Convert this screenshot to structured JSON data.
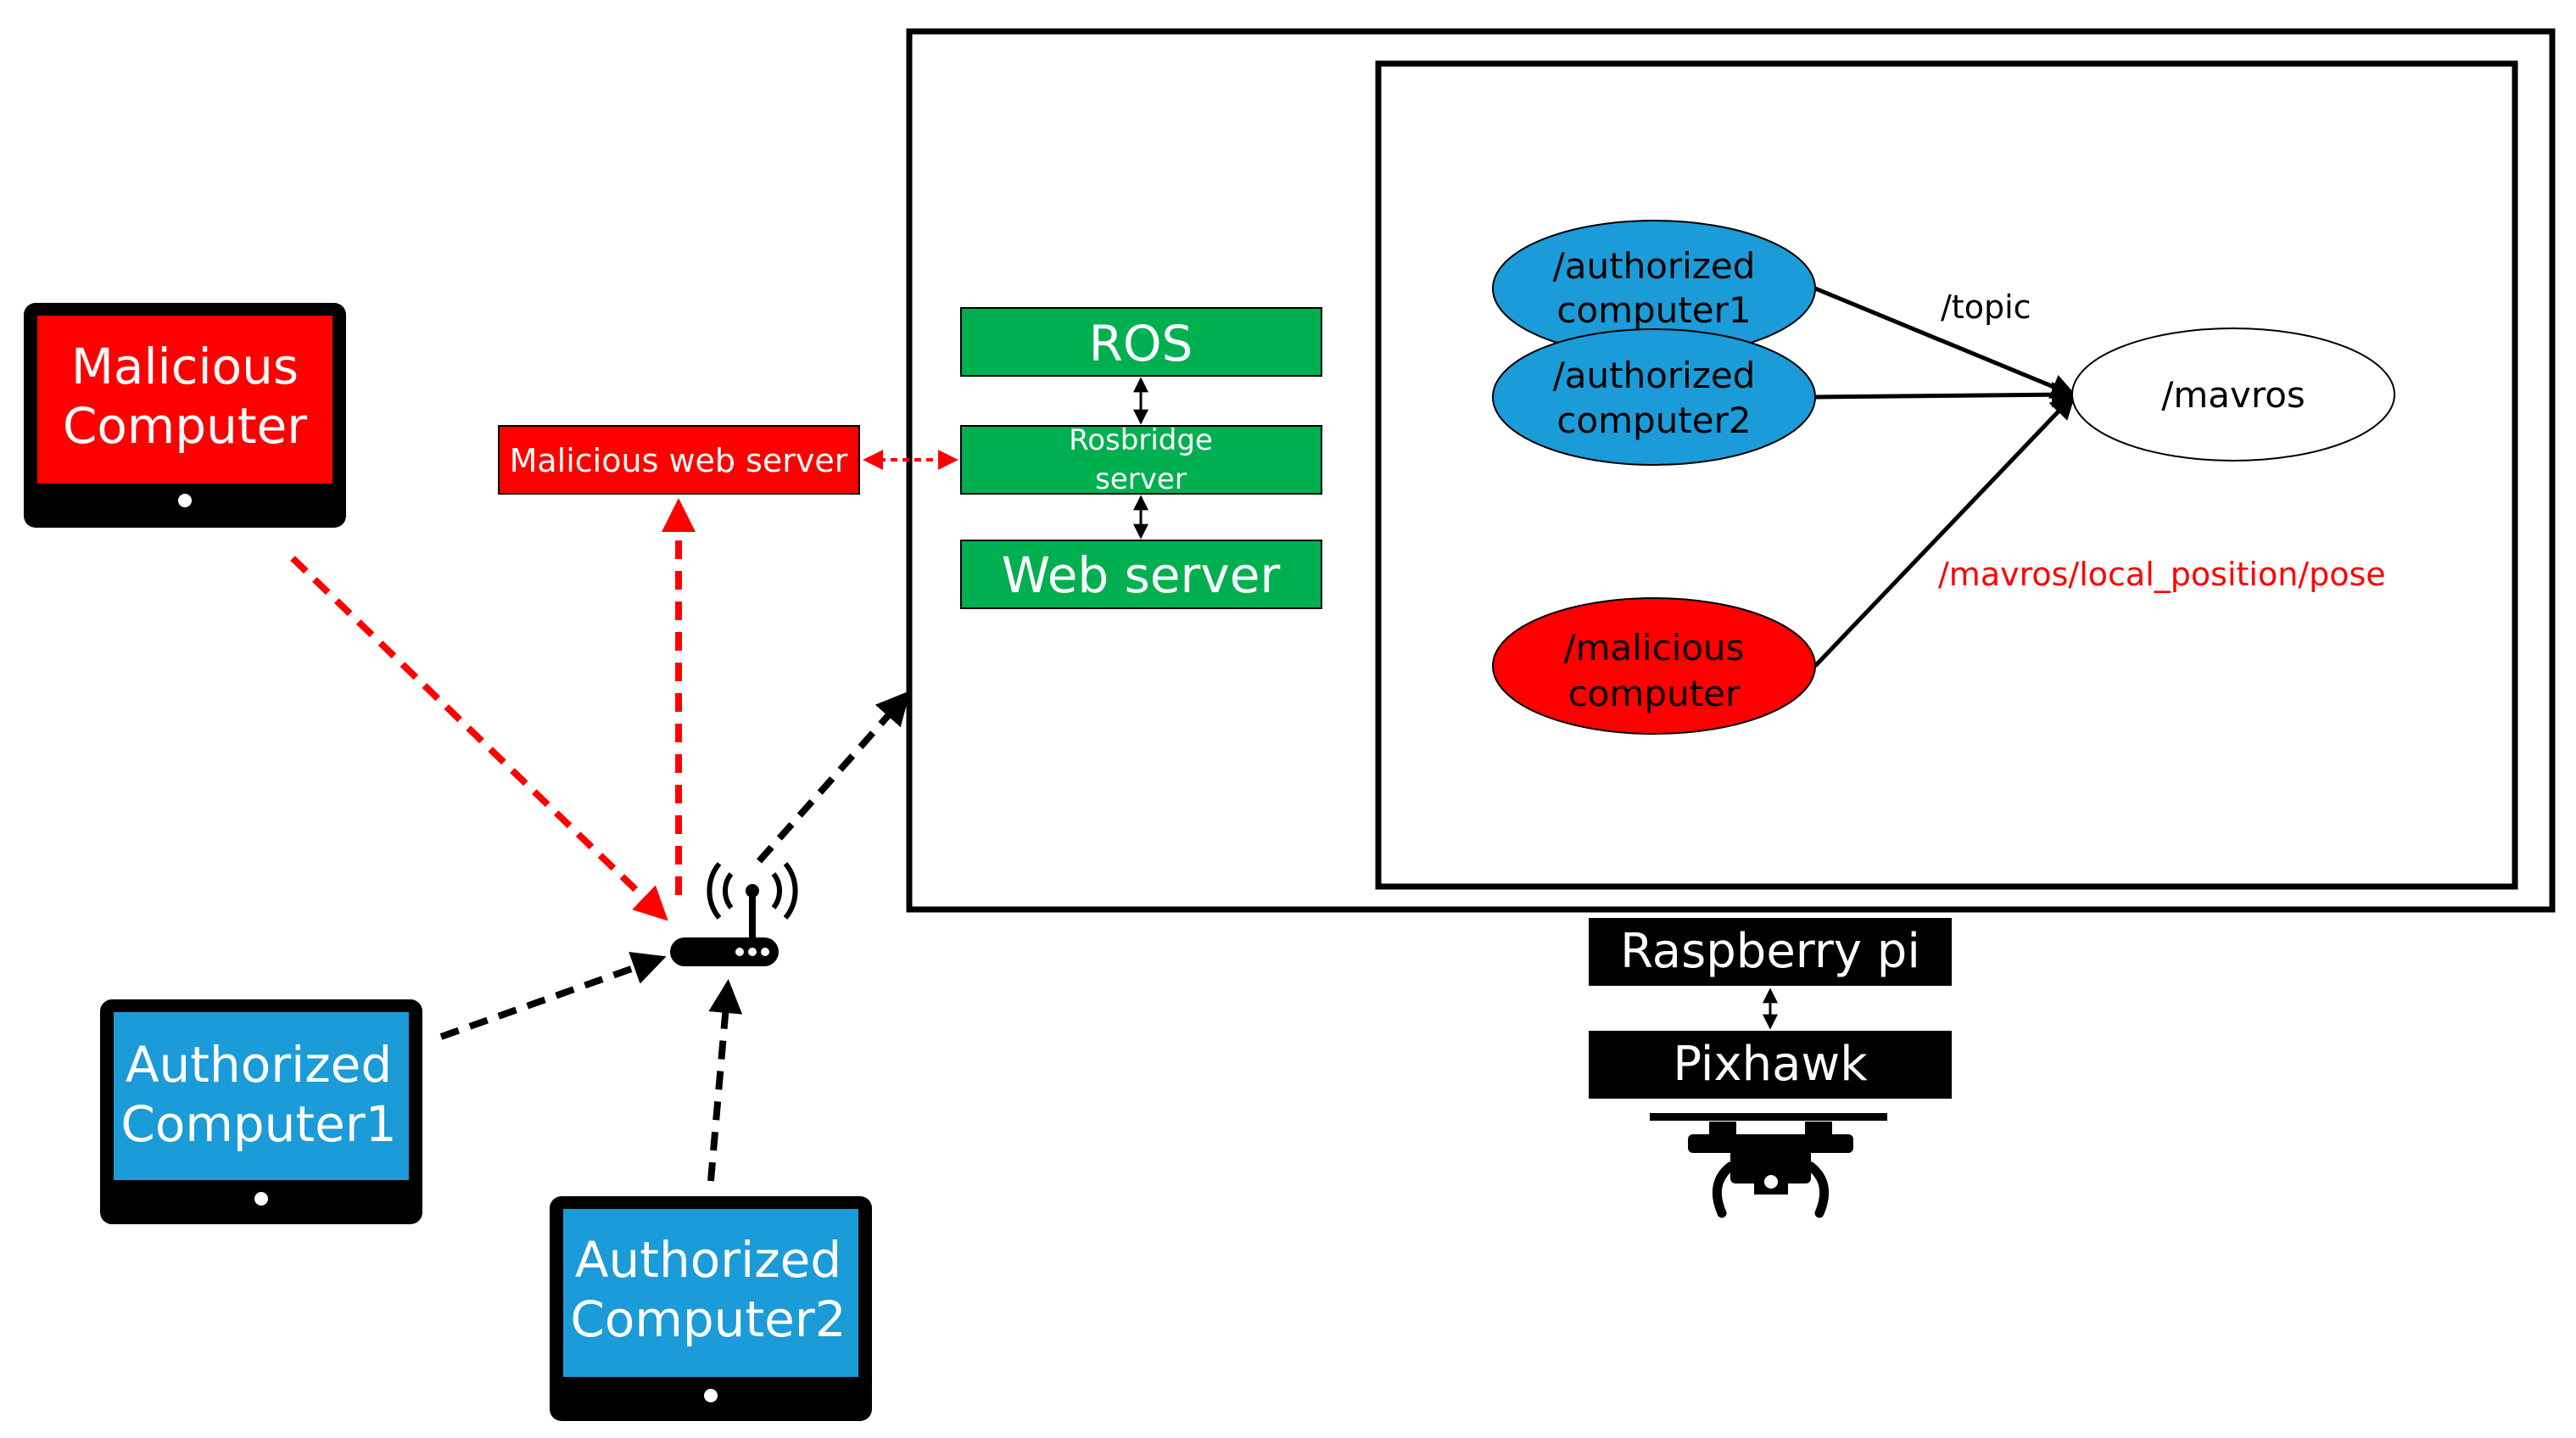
{
  "colors": {
    "malicious": "#ff0000",
    "authorized": "#1b9bd7",
    "ros_green": "#00b050",
    "black": "#000000",
    "white": "#ffffff",
    "red_text": "#ff0000"
  },
  "devices": {
    "malicious_computer": {
      "line1": "Malicious",
      "line2": "Computer"
    },
    "authorized_computer1": {
      "line1": "Authorized",
      "line2": "Computer1"
    },
    "authorized_computer2": {
      "line1": "Authorized",
      "line2": "Computer2"
    }
  },
  "malicious_web_server": {
    "label": "Malicious web server"
  },
  "router": {
    "icon": "wifi-router-icon"
  },
  "ros_stack": {
    "ros": "ROS",
    "rosbridge_line1": "Rosbridge",
    "rosbridge_line2": "server",
    "web_server": "Web server"
  },
  "ros_graph": {
    "node_auth1_line1": "/authorized",
    "node_auth1_line2": "computer1",
    "node_auth2_line1": "/authorized",
    "node_auth2_line2": "computer2",
    "node_mal_line1": "/malicious",
    "node_mal_line2": "computer",
    "node_mavros": "/mavros",
    "topic_label": "/topic",
    "mal_topic_label": "/mavros/local_position/pose"
  },
  "hardware": {
    "raspberry_pi": "Raspberry pi",
    "pixhawk": "Pixhawk",
    "drone_icon": "drone-icon"
  }
}
